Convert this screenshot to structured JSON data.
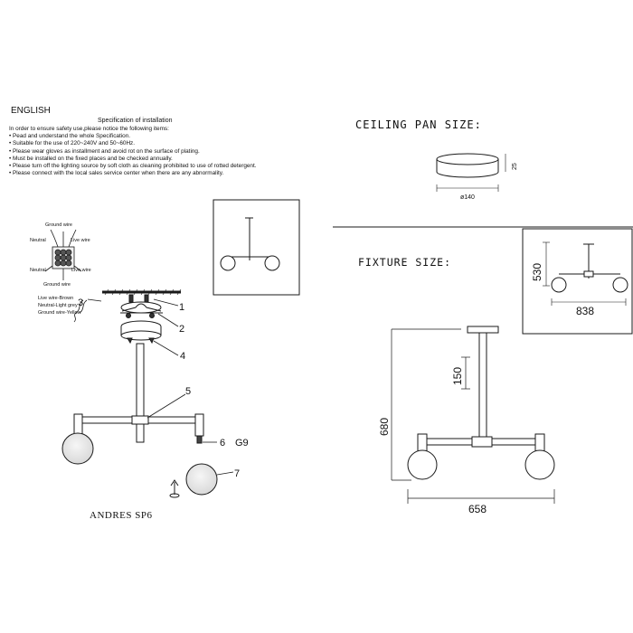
{
  "language": "ENGLISH",
  "spec_title": "Specification of installation",
  "spec_items": [
    "In order to ensure safety use,please notice the following items:",
    "• Pead and understand the whole Specification.",
    "• Suitable for the use of 220~240V and 50~60Hz.",
    "• Please wear gloves as installment and avoid rot on the surface of plating.",
    "• Must be installed on the fixed places and be checked annually.",
    "• Please turn off the lighting source by soft cloth as cleaning prohibited to use of rotted detergent.",
    "• Please connect with the local sales service center when there are any abnormality."
  ],
  "wiring": {
    "ground_top": "Ground wire",
    "neutral_left": "Neutral",
    "live_right": "Live wire",
    "neutral_left2": "Neutral",
    "live_right2": "Live wire",
    "ground_bottom": "Ground wire",
    "legend": [
      "Live wire-Brown",
      "Neutral-Light grey",
      "Ground wire-Yellow"
    ]
  },
  "part_numbers": {
    "p1": "1",
    "p2": "2",
    "p3": "3",
    "p4": "4",
    "p5": "5",
    "p6": "6",
    "p6_extra": "G9",
    "p7": "7"
  },
  "model_name": "ANDRES SP6",
  "ceiling_pan": {
    "title": "CEILING PAN SIZE:",
    "diameter": "ø140",
    "height": "25"
  },
  "fixture": {
    "title": "FIXTURE SIZE:",
    "inset_height": "530",
    "inset_width": "838",
    "height": "680",
    "rod_length": "150",
    "width": "658"
  },
  "colors": {
    "line": "#1a1a1a",
    "glass": "#e6e6e6",
    "text": "#111111"
  }
}
